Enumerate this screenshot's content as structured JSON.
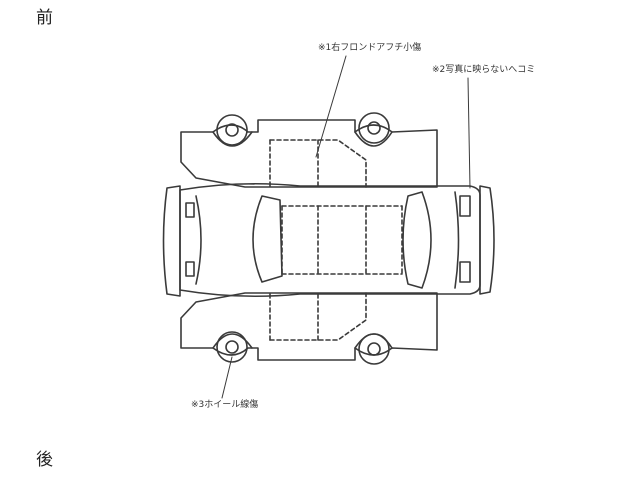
{
  "labels": {
    "front": "前",
    "rear": "後"
  },
  "notes": {
    "front_fender_damage": "※1右フロンドアフチ小傷",
    "dent_not_in_photo": "※2写真に映らないへコミ",
    "wheel_scratch": "※3ホイール線傷"
  },
  "colors": {
    "line": "#3a3a3a",
    "background": "#ffffff"
  }
}
